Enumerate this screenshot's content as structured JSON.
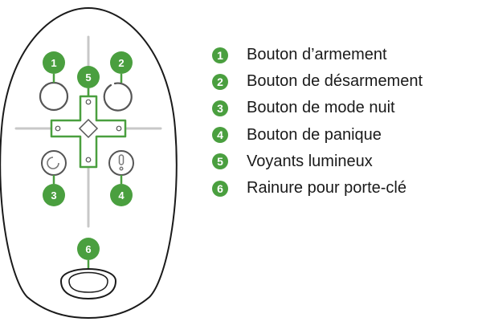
{
  "colors": {
    "accent": "#4a9f3f",
    "outline": "#1a1a1a",
    "light_outline": "#c8c8c8"
  },
  "callouts": [
    {
      "number": "1",
      "label": "Bouton d’armement"
    },
    {
      "number": "2",
      "label": "Bouton de désarmement"
    },
    {
      "number": "3",
      "label": "Bouton de mode nuit"
    },
    {
      "number": "4",
      "label": "Bouton de panique"
    },
    {
      "number": "5",
      "label": "Voyants lumineux"
    },
    {
      "number": "6",
      "label": "Rainure pour porte-clé"
    }
  ],
  "icons": {
    "button_1": "circle-icon",
    "button_2": "open-circle-icon",
    "button_3": "moon-icon",
    "button_4": "exclamation-icon",
    "ring_6": "keyring-slot-icon"
  }
}
